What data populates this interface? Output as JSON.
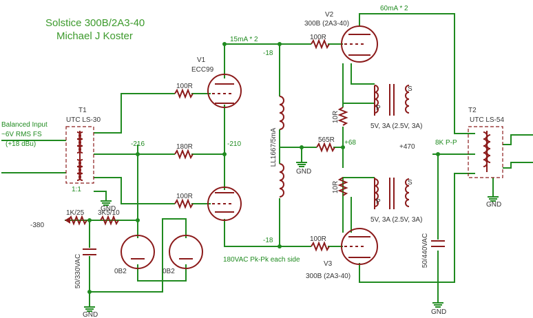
{
  "title": {
    "line1": "Solstice 300B/2A3-40",
    "line2": "Michael J Koster"
  },
  "colors": {
    "wire": "#1f8a1f",
    "component": "#8b1a1a",
    "title": "#3c9a2c",
    "label": "#333333"
  },
  "input": {
    "line1": "Balanced Input",
    "line2": "~6V RMS FS",
    "line3": "(+18 dBu)"
  },
  "t1": {
    "ref": "T1",
    "part": "UTC LS-30",
    "ratio": "1:1"
  },
  "t2": {
    "ref": "T2",
    "part": "UTC LS-54",
    "impedance": "8K P-P"
  },
  "v1": {
    "ref": "V1",
    "part": "ECC99"
  },
  "v2": {
    "ref": "V2",
    "part": "300B (2A3-40)"
  },
  "v3": {
    "ref": "V3",
    "part": "300B (2A3-40)"
  },
  "vr": {
    "left": "0B2",
    "right": "0B2"
  },
  "choke": "LL1667/5mA",
  "filament_supply_upper": "5V, 3A (2.5V, 3A)",
  "filament_supply_lower": "5V, 3A (2.5V, 3A)",
  "resistors": {
    "grid_top": "100R",
    "grid_mid": "180R",
    "grid_bot": "100R",
    "v2_grid": "100R",
    "v3_grid": "100R",
    "bias_1": "1K/25",
    "bias_2": "3K5/10",
    "bal_top": "10R",
    "bal_bot": "10R",
    "cathode": "565R"
  },
  "caps": {
    "bias_cap": "50/330VAC",
    "b_plus_cap": "50/440VAC"
  },
  "pin": {
    "p": "P",
    "s": "S"
  },
  "nets": {
    "bias_supply": "-380",
    "t1_ct": "-216",
    "v1_cathode": "-210",
    "v1_plate_top": "-18",
    "v1_plate_bot": "-18",
    "cathode_node": "+68",
    "b_plus": "+470",
    "v1_current": "15mA * 2",
    "output_current": "60mA * 2",
    "drive_note": "180VAC Pk-Pk each side"
  },
  "gnd": "GND"
}
